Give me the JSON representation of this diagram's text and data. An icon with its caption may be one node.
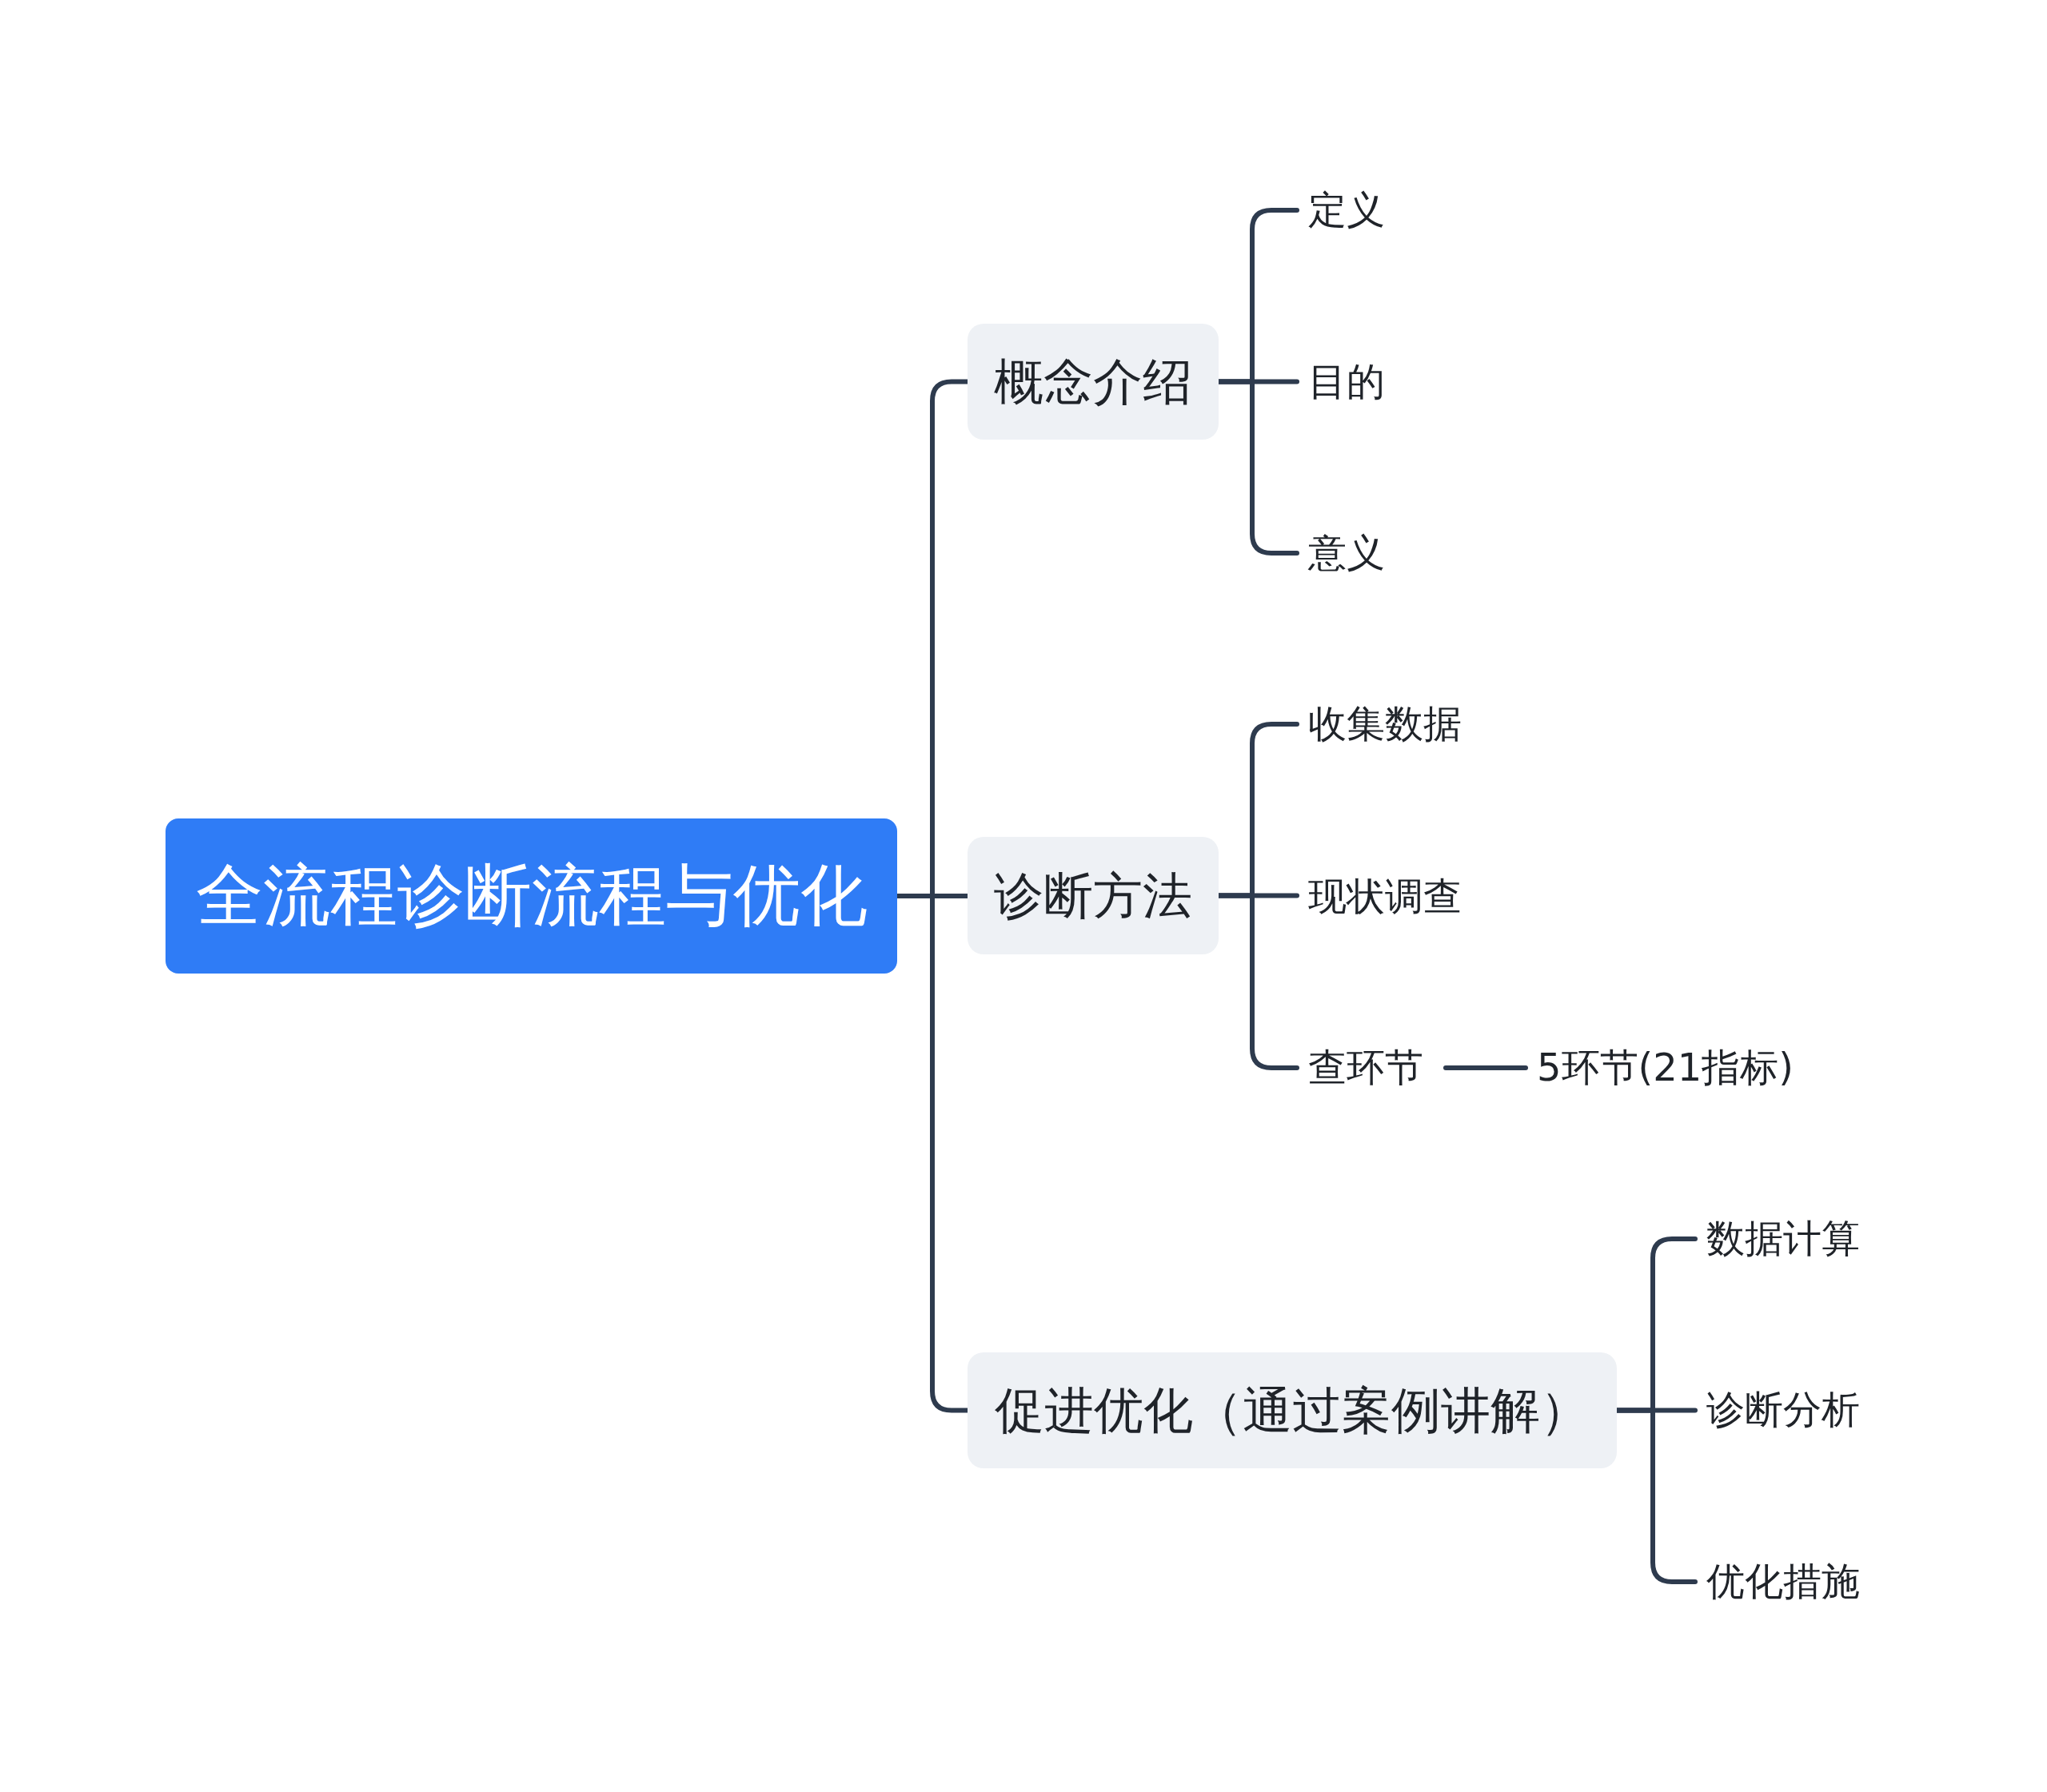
{
  "diagram": {
    "nodes": [
      {
        "text": [
          "全流程诊断流程与优化"
        ]
      },
      {
        "text": [
          "概念介绍"
        ]
      },
      {
        "text": [
          "定义"
        ]
      },
      {
        "text": [
          "目的"
        ]
      },
      {
        "text": [
          "意义"
        ]
      },
      {
        "text": [
          "诊断方法"
        ]
      },
      {
        "text": [
          "收集数据"
        ]
      },
      {
        "text": [
          "现状调查"
        ]
      },
      {
        "text": [
          "查环节"
        ]
      },
      {
        "text": [
          "5环节(21指标)"
        ]
      },
      {
        "text": [
          "促进优化（通过案例讲解）"
        ]
      },
      {
        "text": [
          "数据计算"
        ]
      },
      {
        "text": [
          "诊断分析"
        ]
      },
      {
        "text": [
          "优化措施"
        ]
      }
    ],
    "edges": [
      {
        "from": 0,
        "to": 1,
        "arrow": "none"
      },
      {
        "from": 0,
        "to": 5,
        "arrow": "none"
      },
      {
        "from": 0,
        "to": 10,
        "arrow": "none"
      },
      {
        "from": 1,
        "to": 2,
        "arrow": "none"
      },
      {
        "from": 1,
        "to": 3,
        "arrow": "none"
      },
      {
        "from": 1,
        "to": 4,
        "arrow": "none"
      },
      {
        "from": 5,
        "to": 6,
        "arrow": "none"
      },
      {
        "from": 5,
        "to": 7,
        "arrow": "none"
      },
      {
        "from": 5,
        "to": 8,
        "arrow": "none"
      },
      {
        "from": 8,
        "to": 9,
        "arrow": "none"
      },
      {
        "from": 10,
        "to": 11,
        "arrow": "none"
      },
      {
        "from": 10,
        "to": 12,
        "arrow": "none"
      },
      {
        "from": 10,
        "to": 13,
        "arrow": "none"
      }
    ]
  }
}
